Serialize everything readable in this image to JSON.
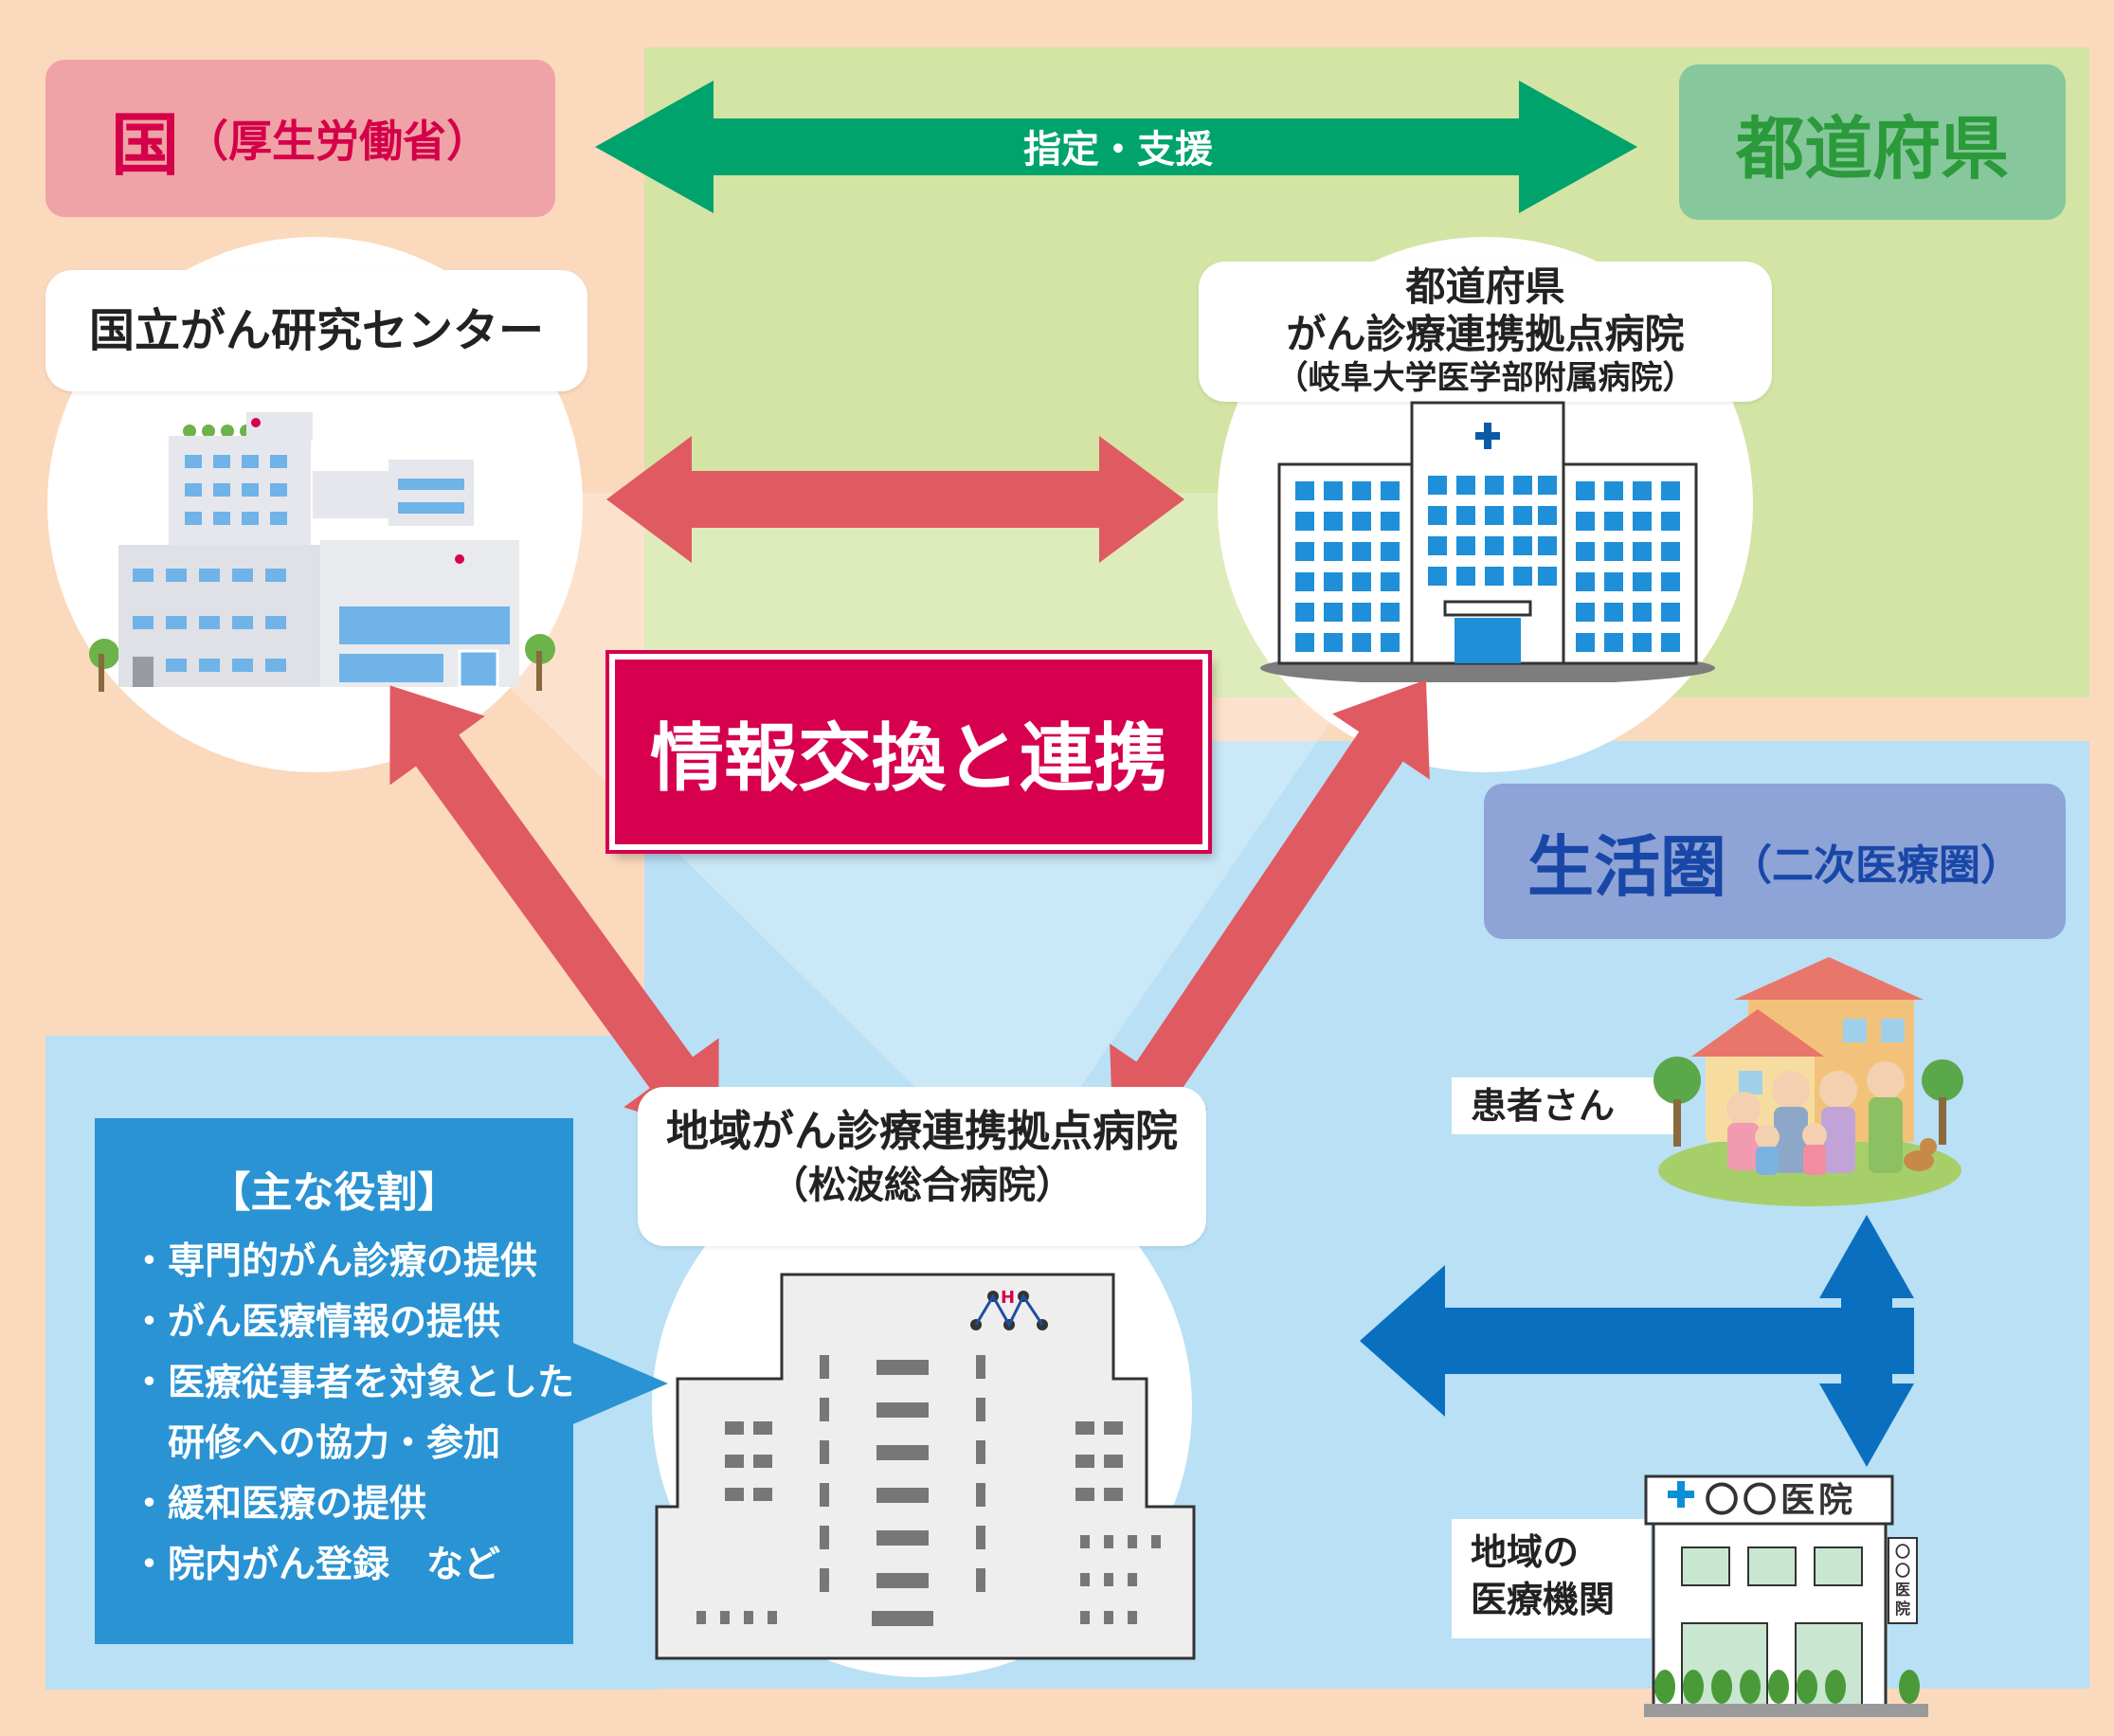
{
  "labels": {
    "kuni": "国",
    "kuni_sub": "（厚生労働省）",
    "todofuken": "都道府県",
    "seikatsuken": "生活圏",
    "seikatsuken_sub": "（二次医療圏）"
  },
  "arrow_top": "指定・支援",
  "center": "情報交換と連携",
  "ncc": "国立がん研究センター",
  "pref_hospital": {
    "line1": "都道府県",
    "line2": "がん診療連携拠点病院",
    "line3": "（岐阜大学医学部附属病院）"
  },
  "local_hospital": {
    "line1": "地域がん診療連携拠点病院",
    "line2": "（松波総合病院）"
  },
  "roles": {
    "title": "【主な役割】",
    "items": [
      "・専門的がん診療の提供",
      "・がん医療情報の提供",
      "・医療従事者を対象とした",
      "　研修への協力・参加",
      "・緩和医療の提供",
      "・院内がん登録　など"
    ]
  },
  "patient": "患者さん",
  "clinic_label": {
    "line1": "地域の",
    "line2": "医療機関"
  },
  "clinic_sign": "〇〇医院",
  "clinic_side_sign": "〇〇医院",
  "colors": {
    "red_arrow": "#e05a61",
    "green_arrow": "#00a36c",
    "blue_arrow": "#0a6fbf",
    "center_box": "#d6004f"
  }
}
